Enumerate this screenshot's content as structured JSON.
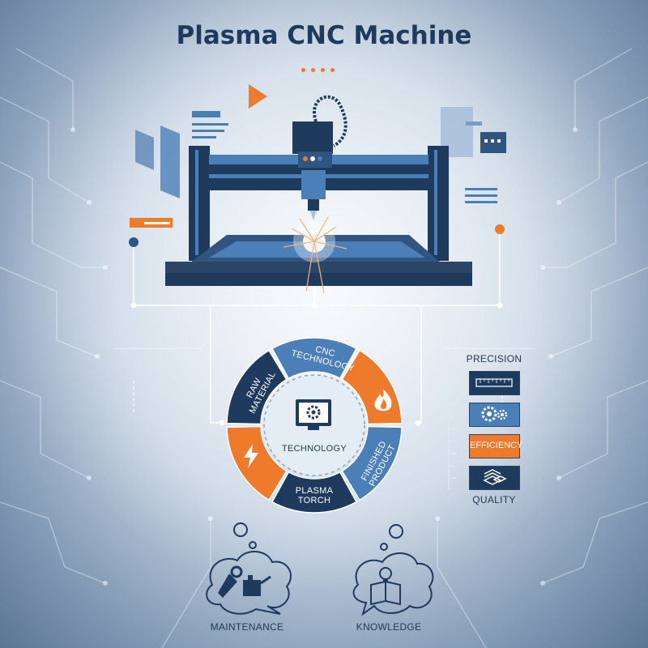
{
  "title": "Plasma CNC Machine",
  "cycle": {
    "center_label": "TECHNOLOGY",
    "segments": [
      {
        "label": "CNC\nTECHNOLOGY",
        "color": "#4a7fb8"
      },
      {
        "label": "",
        "icon": "flame-icon",
        "color": "#ee7a2b"
      },
      {
        "label": "FINISHED\nPRODUCT",
        "color": "#4a7fb8"
      },
      {
        "label": "PLASMA\nTORCH",
        "color": "#1e3a5c"
      },
      {
        "label": "",
        "icon": "lightning-icon",
        "color": "#ee7a2b"
      },
      {
        "label": "RAW\nMATERIAL",
        "color": "#1e3a5c"
      }
    ]
  },
  "side_panel": {
    "top_label": "PRECISION",
    "bottom_label": "QUALITY",
    "efficiency_label": "EFFICIENCY",
    "items": [
      {
        "icon": "ruler-icon",
        "color": "#1e3a5c"
      },
      {
        "icon": "gears-icon",
        "color": "#4a7fb8"
      },
      {
        "icon": "efficiency-bar",
        "color": "#ee7a2b"
      },
      {
        "icon": "stack-icon",
        "color": "#1e3a5c"
      }
    ]
  },
  "bottom": {
    "maintenance_label": "MAINTENANCE",
    "knowledge_label": "KNOWLEDGE"
  },
  "colors": {
    "navy": "#1e3a5c",
    "blue": "#4a7fb8",
    "orange": "#ee7a2b"
  }
}
